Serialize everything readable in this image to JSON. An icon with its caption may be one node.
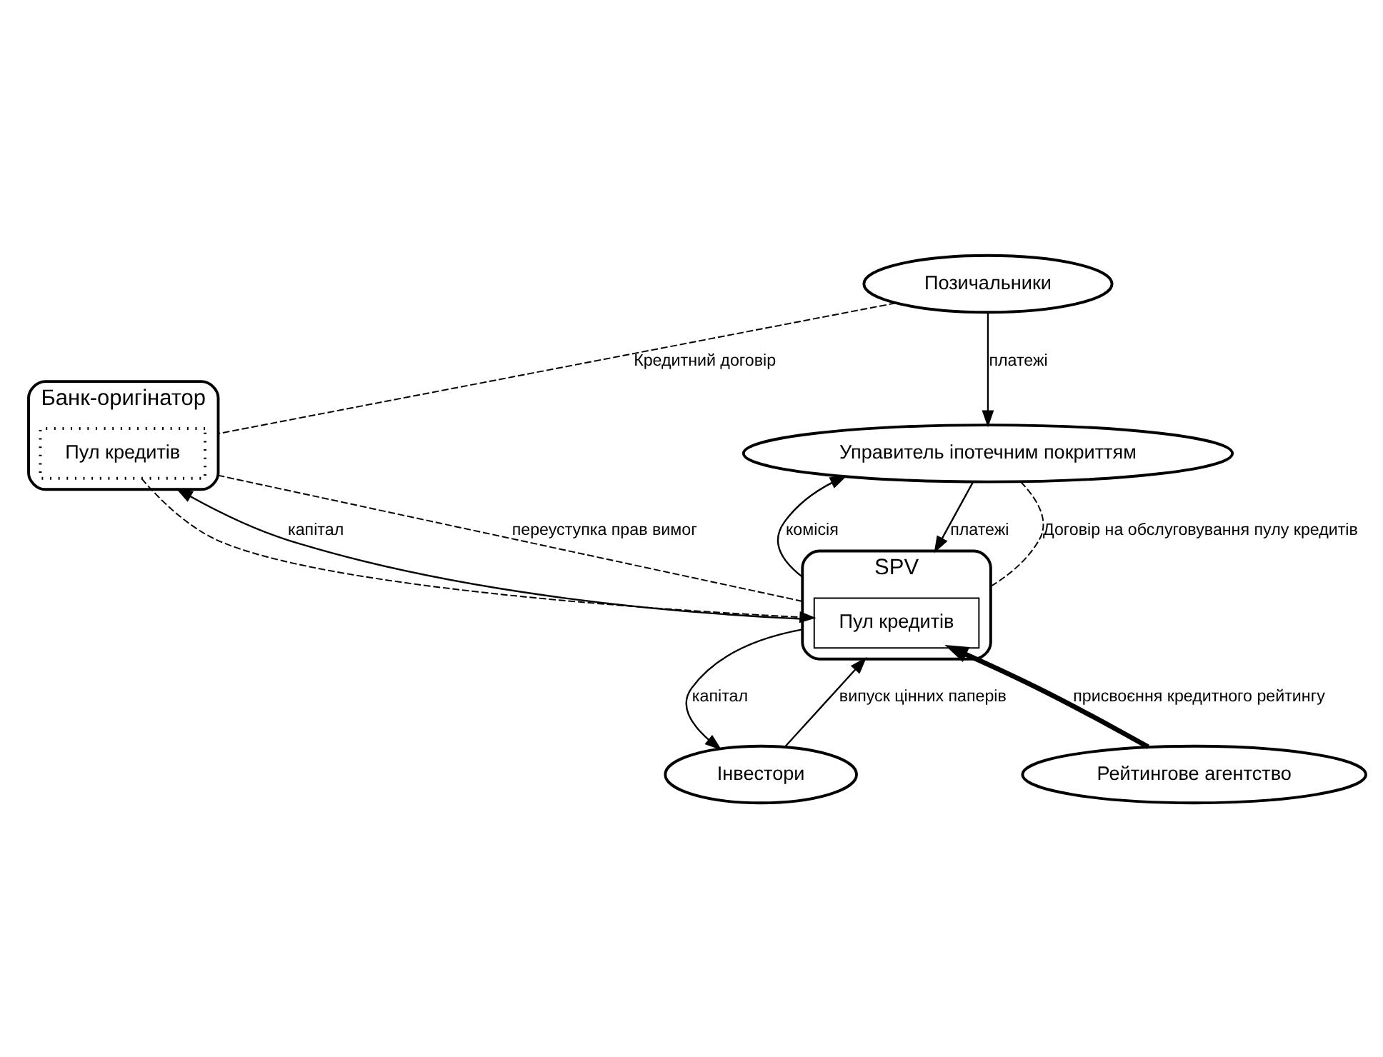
{
  "diagram": {
    "nodes": [
      {
        "text": [
          "Позичальники"
        ]
      },
      {
        "text": [
          "Банк-оригінатор"
        ]
      },
      {
        "text": [
          "Пул кредитів"
        ],
        "in": 1
      },
      {
        "text": [
          "Управитель іпотечним покриттям"
        ]
      },
      {
        "text": [
          "SPV"
        ]
      },
      {
        "text": [
          "Пул кредитів"
        ],
        "in": 4
      },
      {
        "text": [
          "Інвестори"
        ]
      },
      {
        "text": [
          "Рейтингове агентство"
        ]
      }
    ],
    "edges": [
      {
        "from": 0,
        "to": 1,
        "arrow": "none",
        "label": "Кредитний договір",
        "style": "dashed"
      },
      {
        "from": 0,
        "to": 3,
        "arrow": "to",
        "label": "платежі"
      },
      {
        "from": 4,
        "to": 1,
        "arrow": "to",
        "label": "капітал"
      },
      {
        "from": 2,
        "to": 5,
        "arrow": "to",
        "style": "dashed"
      },
      {
        "from": 1,
        "to": 4,
        "arrow": "none",
        "label": "переуступка прав вимог",
        "style": "dashed"
      },
      {
        "from": 4,
        "to": 3,
        "arrow": "to",
        "label": "комісія"
      },
      {
        "from": 3,
        "to": 4,
        "arrow": "to",
        "label": "платежі"
      },
      {
        "from": 3,
        "to": 4,
        "arrow": "none",
        "label": "Договір на обслуговування пулу кредитів",
        "style": "dashed"
      },
      {
        "from": 4,
        "to": 6,
        "arrow": "to",
        "label": "капітал"
      },
      {
        "from": 6,
        "to": 4,
        "arrow": "to",
        "label": "випуск цінних паперів"
      },
      {
        "from": 7,
        "to": 5,
        "arrow": "to",
        "label": "присвоєння кредитного рейтингу",
        "style": "thick"
      }
    ]
  }
}
